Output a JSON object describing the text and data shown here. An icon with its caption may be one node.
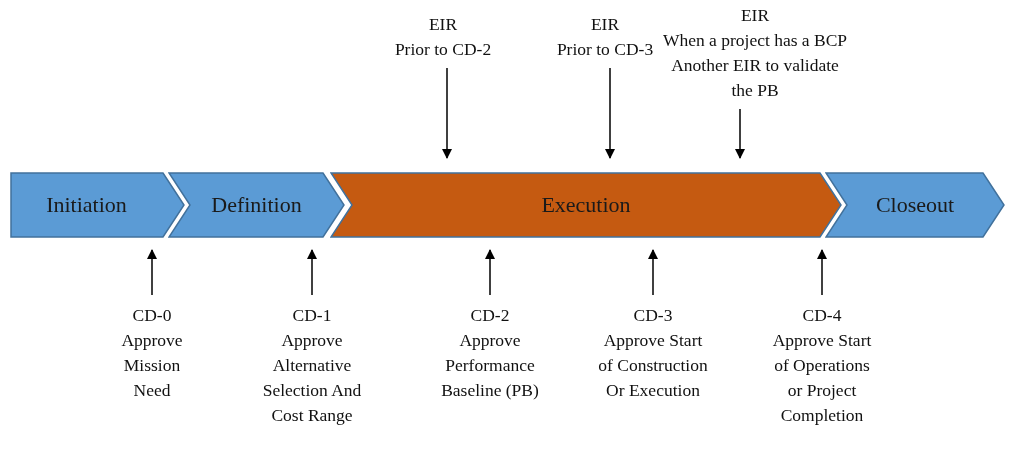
{
  "diagram": {
    "nodes": [
      {
        "text": [
          "Initiation"
        ]
      },
      {
        "text": [
          "Definition"
        ]
      },
      {
        "text": [
          "Execution"
        ]
      },
      {
        "text": [
          "Closeout"
        ]
      },
      {
        "text": [
          "EIR",
          "Prior to CD-2"
        ]
      },
      {
        "text": [
          "EIR",
          "Prior to CD-3"
        ]
      },
      {
        "text": [
          "EIR",
          "When a project has a BCP",
          "Another EIR to validate the PB"
        ]
      },
      {
        "text": [
          "CD-0",
          "Approve Mission Need"
        ]
      },
      {
        "text": [
          "CD-1",
          "Approve Alternative Selection And Cost Range"
        ]
      },
      {
        "text": [
          "CD-2",
          "Approve Performance Baseline (PB)"
        ]
      },
      {
        "text": [
          "CD-3",
          "Approve Start of Construction Or Execution"
        ]
      },
      {
        "text": [
          "CD-4",
          "Approve Start of Operations or Project Completion"
        ]
      }
    ],
    "edges": [
      {
        "from": 4,
        "to": 2,
        "arrow": "to"
      },
      {
        "from": 5,
        "to": 2,
        "arrow": "to"
      },
      {
        "from": 6,
        "to": 2,
        "arrow": "to"
      },
      {
        "from": 7,
        "to": 0,
        "arrow": "to"
      },
      {
        "from": 8,
        "to": 1,
        "arrow": "to"
      },
      {
        "from": 9,
        "to": 2,
        "arrow": "to"
      },
      {
        "from": 10,
        "to": 2,
        "arrow": "to"
      },
      {
        "from": 11,
        "to": 2,
        "arrow": "to"
      }
    ]
  }
}
